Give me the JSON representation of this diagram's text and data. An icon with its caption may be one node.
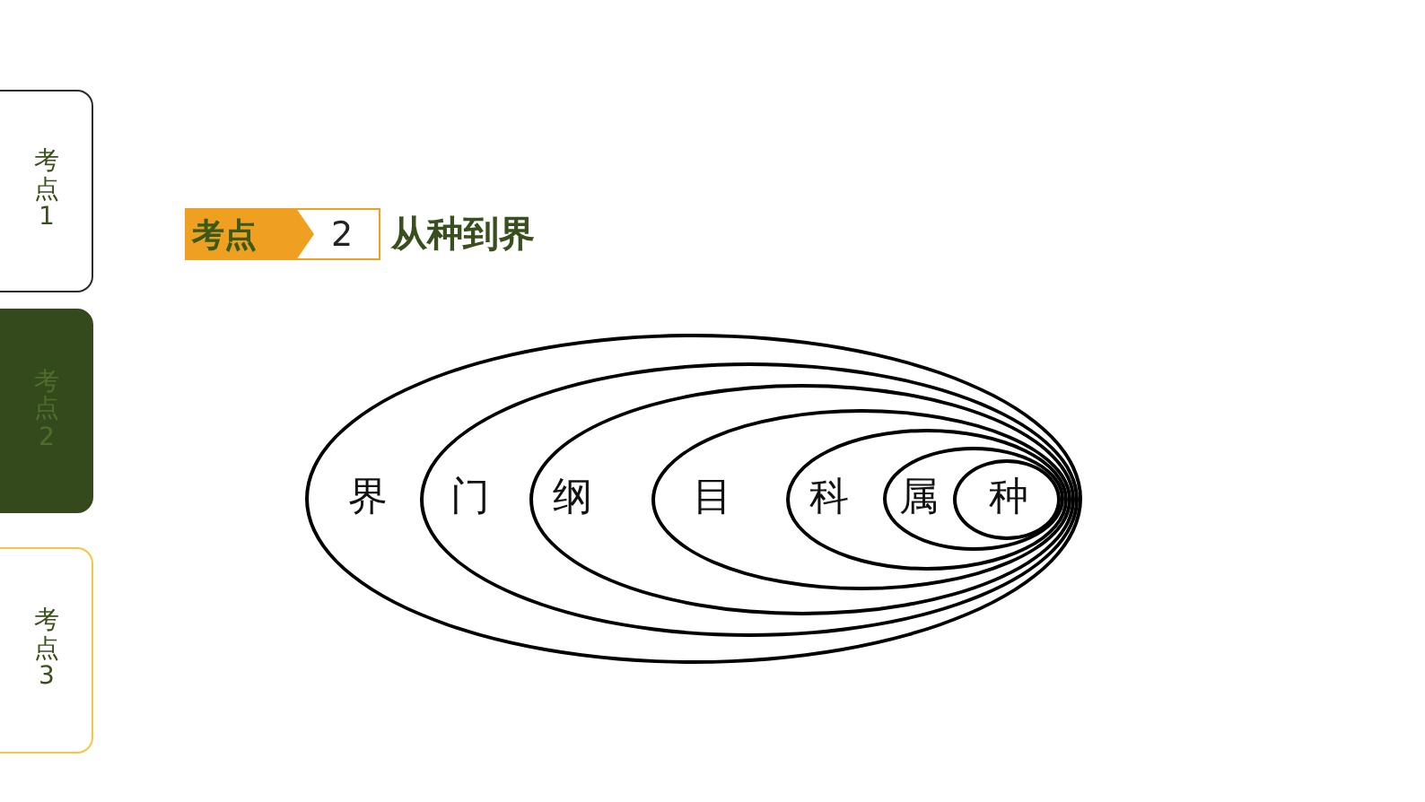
{
  "diagram": {
    "title": "从种到界",
    "nodes": [
      {
        "text": [
          "考点1"
        ]
      },
      {
        "text": [
          "考点2"
        ]
      },
      {
        "text": [
          "考点3"
        ]
      },
      {
        "text": [
          "界"
        ]
      },
      {
        "text": [
          "门"
        ],
        "in": 3
      },
      {
        "text": [
          "纲"
        ],
        "in": 4
      },
      {
        "text": [
          "目"
        ],
        "in": 5
      },
      {
        "text": [
          "科"
        ],
        "in": 6
      },
      {
        "text": [
          "属"
        ],
        "in": 7
      },
      {
        "text": [
          "种"
        ],
        "in": 8
      }
    ],
    "labels": [
      "考点",
      "2"
    ]
  }
}
